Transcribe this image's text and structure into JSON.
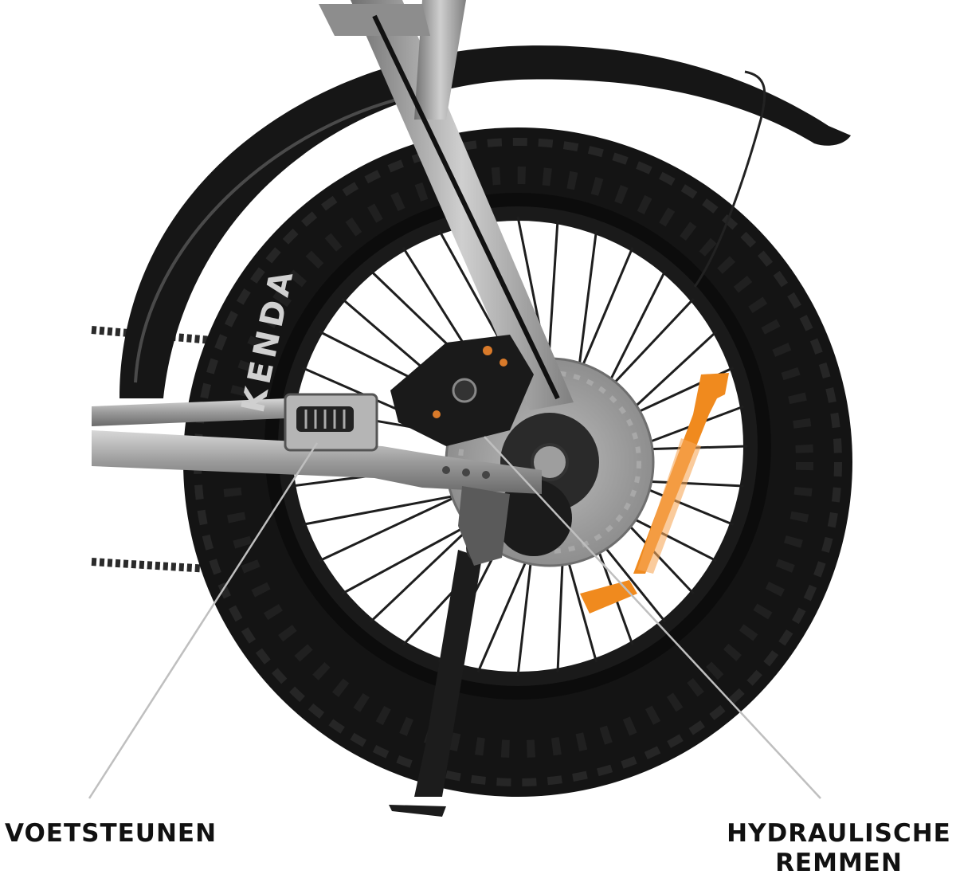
{
  "labels": {
    "footrest": "VOETSTEUNEN",
    "brakes_line1": "HYDRAULISCHE",
    "brakes_line2": "REMMEN"
  },
  "tire_brand": "KENDA",
  "colors": {
    "background": "#ffffff",
    "tire": "#141414",
    "frame": "#9a9a9a",
    "reflector": "#f08a1e",
    "text": "#111111",
    "callout_line": "#bfbfbf"
  }
}
